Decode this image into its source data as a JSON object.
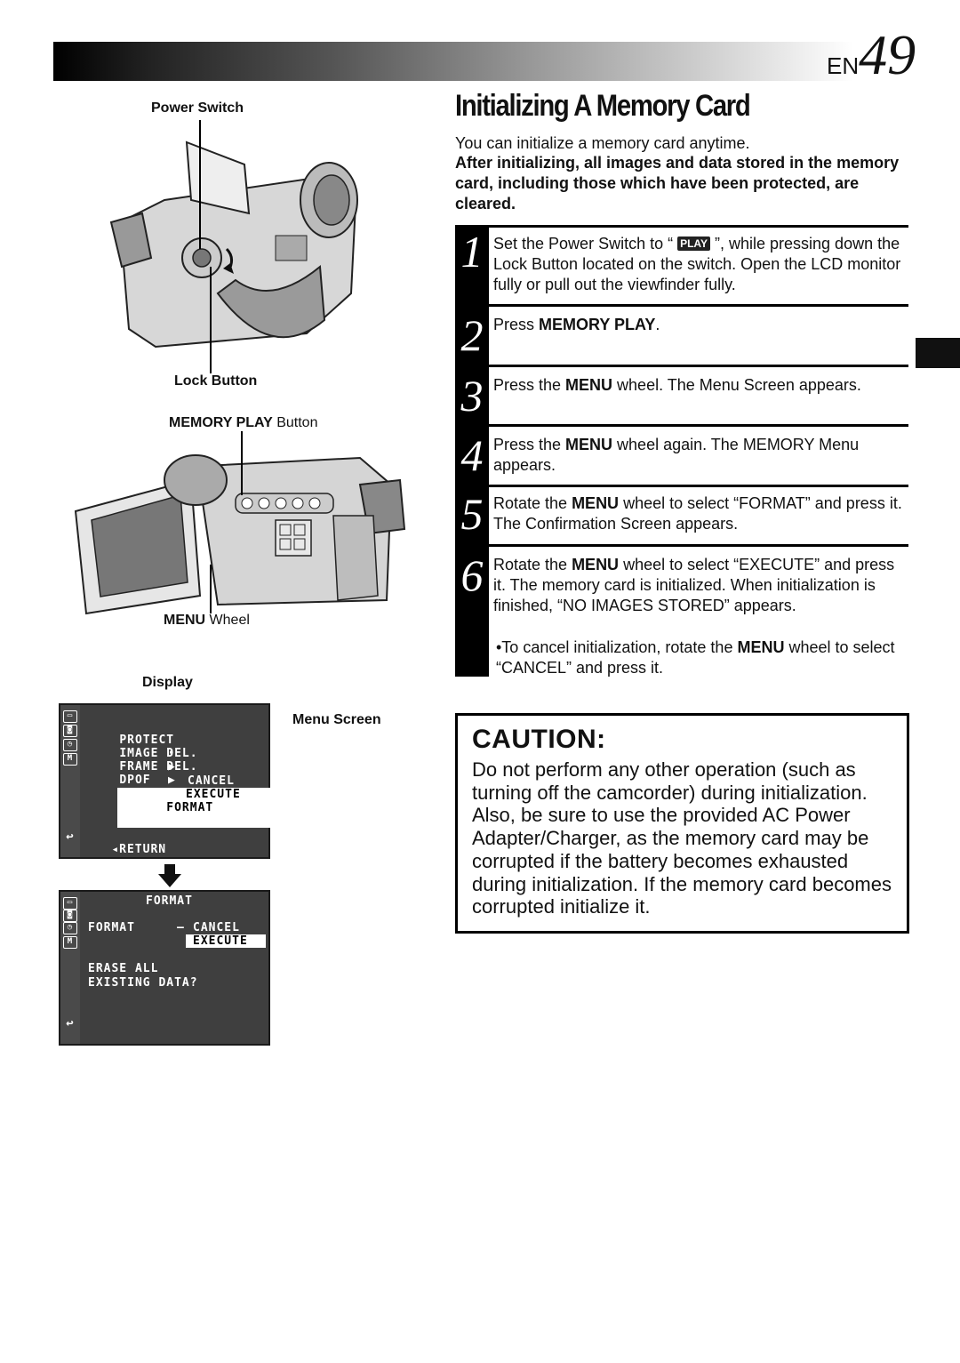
{
  "header": {
    "lang": "EN",
    "page_number": "49"
  },
  "figure_labels": {
    "power_switch": "Power Switch",
    "lock_button": "Lock Button",
    "memory_play_button_strong": "MEMORY PLAY",
    "memory_play_button_rest": " Button",
    "menu_wheel_strong": "MENU",
    "menu_wheel_rest": " Wheel",
    "display": "Display",
    "menu_screen": "Menu Screen"
  },
  "menu_screen": {
    "items": [
      {
        "label": "PROTECT",
        "marker": "➧"
      },
      {
        "label": "IMAGE DEL.",
        "marker": "▶"
      },
      {
        "label": "FRAME DEL.",
        "marker": "▶"
      },
      {
        "label": "DPOF",
        "marker": "▶"
      }
    ],
    "format_label": "FORMAT",
    "option_cancel": "CANCEL",
    "option_execute": "EXECUTE",
    "return_label": "RETURN"
  },
  "confirm_screen": {
    "heading": "FORMAT",
    "format_label": "FORMAT",
    "dash": "–",
    "option_cancel": "CANCEL",
    "option_execute": "EXECUTE",
    "line1": "ERASE ALL",
    "line2": "EXISTING DATA?"
  },
  "article": {
    "title": "Initializing A Memory Card",
    "intro": "You can initialize a memory card anytime.",
    "warning": "After initializing, all images and data stored in the memory card, including those which have been protected, are cleared.",
    "steps": [
      {
        "number": "1",
        "text_before": "Set the Power Switch to “ ",
        "badge": "PLAY",
        "text_after": " ”, while pressing down the Lock Button located on the switch. Open the LCD monitor fully or pull out the viewfinder fully."
      },
      {
        "number": "2",
        "text_before": "Press ",
        "strong": "MEMORY PLAY",
        "text_after": "."
      },
      {
        "number": "3",
        "text_before": "Press the ",
        "strong": "MENU",
        "text_after": " wheel. The Menu Screen appears."
      },
      {
        "number": "4",
        "text_before": "Press the ",
        "strong": "MENU",
        "text_after": " wheel again. The MEMORY Menu appears."
      },
      {
        "number": "5",
        "text_before": "Rotate the ",
        "strong": "MENU",
        "text_after": " wheel to select “FORMAT” and press it. The Confirmation Screen appears."
      },
      {
        "number": "6",
        "text_before": "Rotate the ",
        "strong": "MENU",
        "text_after": " wheel to select “EXECUTE” and press it. The memory card is initialized. When initialization is finished, “NO IMAGES STORED” appears.",
        "bullet_before": "•To cancel initialization, rotate the ",
        "bullet_strong": "MENU",
        "bullet_after": " wheel to select “CANCEL” and press it."
      }
    ]
  },
  "caution": {
    "title": "CAUTION:",
    "body": "Do not perform any other operation (such as turning off the camcorder) during initialization. Also, be sure to use the provided AC Power Adapter/Charger, as the memory card may be corrupted if the battery becomes exhausted during initialization. If the memory card becomes corrupted initialize it."
  }
}
